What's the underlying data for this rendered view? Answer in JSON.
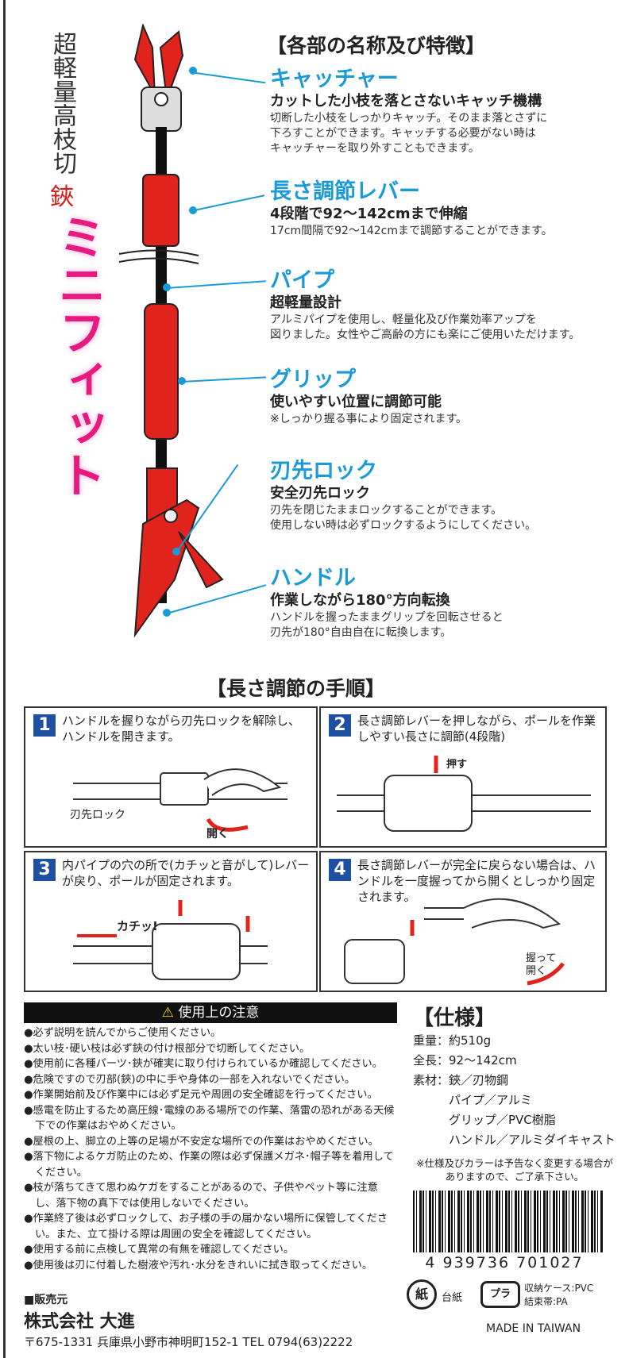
{
  "product": {
    "vertical_title_prefix": "超軽量高枝切",
    "vertical_title_suffix": "鋏",
    "brand_name": "ミニフィット"
  },
  "features_title": "【各部の名称及び特徴】",
  "features": [
    {
      "heading": "キャッチャー",
      "subheading": "カットした小枝を落とさないキャッチ機構",
      "desc": [
        "切断した小枝をしっかりキャッチ。そのまま落とさずに",
        "下ろすことができます。キャッチする必要がない時は",
        "キャッチャーを取り外すこともできます。"
      ]
    },
    {
      "heading": "長さ調節レバー",
      "subheading": "4段階で92〜142cmまで伸縮",
      "desc": [
        "17cm間隔で92〜142cmまで調節することができます。"
      ]
    },
    {
      "heading": "パイプ",
      "subheading": "超軽量設計",
      "desc": [
        "アルミパイプを使用し、軽量化及び作業効率アップを",
        "図りました。女性やご高齢の方にも楽にご使用いただけます。"
      ]
    },
    {
      "heading": "グリップ",
      "subheading": "使いやすい位置に調節可能",
      "desc": [
        "※しっかり握る事により固定されます。"
      ]
    },
    {
      "heading": "刃先ロック",
      "subheading": "安全刃先ロック",
      "desc": [
        "刃先を閉じたままロックすることができます。",
        "使用しない時は必ずロックするようにしてください。"
      ]
    },
    {
      "heading": "ハンドル",
      "subheading": "作業しながら180°方向転換",
      "desc": [
        "ハンドルを握ったままグリップを回転させると",
        "刃先が180°自由自在に転換します。"
      ]
    }
  ],
  "procedure_title": "【長さ調節の手順】",
  "steps": [
    {
      "num": "1",
      "text": "ハンドルを握りながら刃先ロックを解除し、ハンドルを開きます。",
      "labels": [
        "刃先ロック",
        "開く"
      ]
    },
    {
      "num": "2",
      "text": "長さ調節レバーを押しながら、ポールを作業しやすい長さに調節(4段階)",
      "labels": [
        "押す"
      ]
    },
    {
      "num": "3",
      "text": "内パイプの穴の所で(カチッと音がして)レバーが戻り、ポールが固定されます。",
      "labels": [
        "カチッ!"
      ]
    },
    {
      "num": "4",
      "text": "長さ調節レバーが完全に戻らない場合は、ハンドルを一度握ってから開くとしっかり固定されます。",
      "labels": [
        "握って",
        "開く"
      ]
    }
  ],
  "caution": {
    "title": "使用上の注意",
    "items": [
      "●必ず説明を読んでからご使用ください。",
      "●太い枝･硬い枝は必ず鋏の付け根部分で切断してください。",
      "●使用前に各種パーツ･鋏が確実に取り付けられているか確認してください。",
      "●危険ですので刃部(鋏)の中に手や身体の一部を入れないでください。",
      "●作業開始前及び作業中には必ず足元や周囲の安全確認を行ってください。",
      "●感電を防止するため高圧線･電線のある場所での作業、落雷の恐れがある天候下での作業はおやめください。",
      "●屋根の上、脚立の上等の足場が不安定な場所での作業はおやめください。",
      "●落下物によるケガ防止のため、作業の際は必ず保護メガネ･帽子等を着用してください。",
      "●枝が落ちてきて思わぬケガをすることがあるので、子供やペット等に注意し、落下物の真下では使用しないでください。",
      "●作業終了後は必ずロックして、お子様の手の届かない場所に保管してください。また、立て掛ける際は周囲の安全を確認してください。",
      "●使用する前に点検して異常の有無を確認してください。",
      "●使用後は刃に付着した樹液や汚れ･水分をきれいに拭き取ってください。"
    ]
  },
  "spec": {
    "title": "【仕様】",
    "rows": [
      "重量：約510g",
      "全長：92〜142cm",
      "素材：鋏／刃物鋼",
      "　　　パイプ／アルミ",
      "　　　グリップ／PVC樹脂",
      "　　　ハンドル／アルミダイキャスト"
    ],
    "note": "※仕様及びカラーは予告なく変更する場合がありますので、ご了承下さい。"
  },
  "barcode": "4 939736 701027",
  "recycle": {
    "paper_mark": "紙",
    "paper_label": "台紙",
    "plastic_mark": "プラ",
    "plastic_label_1": "収納ケース:PVC",
    "plastic_label_2": "結束帯:PA"
  },
  "origin": "MADE IN TAIWAN",
  "seller": {
    "label": "■販売元",
    "company": "株式会社 大進",
    "address": "〒675-1331 兵庫県小野市神明町152-1 TEL 0794(63)2222"
  },
  "colors": {
    "accent": "#1a9ad6",
    "tool_red": "#e0231c",
    "brand_pink": "#e8197f",
    "step_blue": "#1f4fa0"
  }
}
